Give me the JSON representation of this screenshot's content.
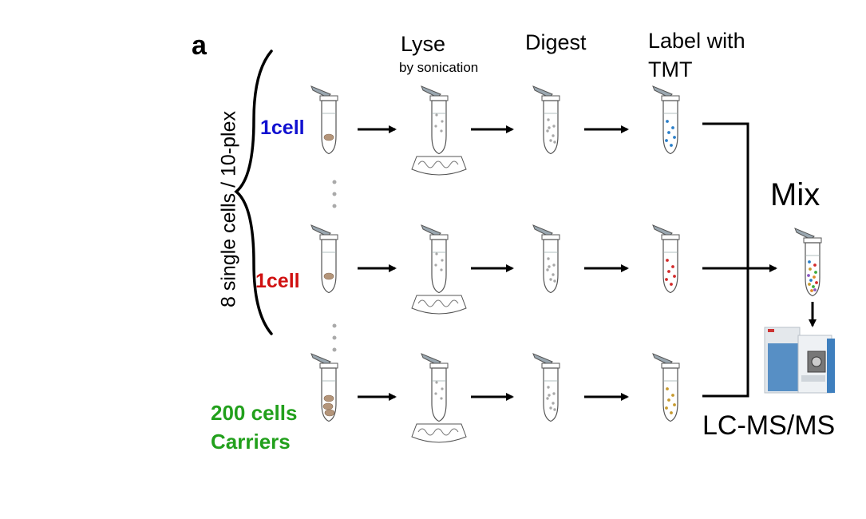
{
  "panel_label": "a",
  "bracket_label": "8 single cells / 10-plex",
  "steps": {
    "lyse": "Lyse",
    "lyse_sub": "by sonication",
    "digest": "Digest",
    "label_line1": "Label with",
    "label_line2": "TMT"
  },
  "rows": [
    {
      "label": "1cell",
      "color": "#1010d0",
      "label_dot_color": "#2a7fc9"
    },
    {
      "label": "1cell",
      "color": "#d01010",
      "label_dot_color": "#d42a2a"
    },
    {
      "label_line1": "200 cells",
      "label_line2": "Carriers",
      "color": "#22a01c",
      "label_dot_color": "#c79a2e"
    }
  ],
  "mix_label": "Mix",
  "instrument_label": "LC-MS/MS",
  "colors": {
    "tube_outline": "#555555",
    "tube_cap": "#9aa7b0",
    "cell_pellet": "#b4957a",
    "peptide_gray": "#a8a8a8",
    "instrument_blue": "#3e7fbe",
    "instrument_body": "#e4e8ec"
  },
  "mix_dot_colors": [
    "#2a7fc9",
    "#d42a2a",
    "#c79a2e",
    "#3caa3c",
    "#8a56c2",
    "#e08a2a"
  ]
}
